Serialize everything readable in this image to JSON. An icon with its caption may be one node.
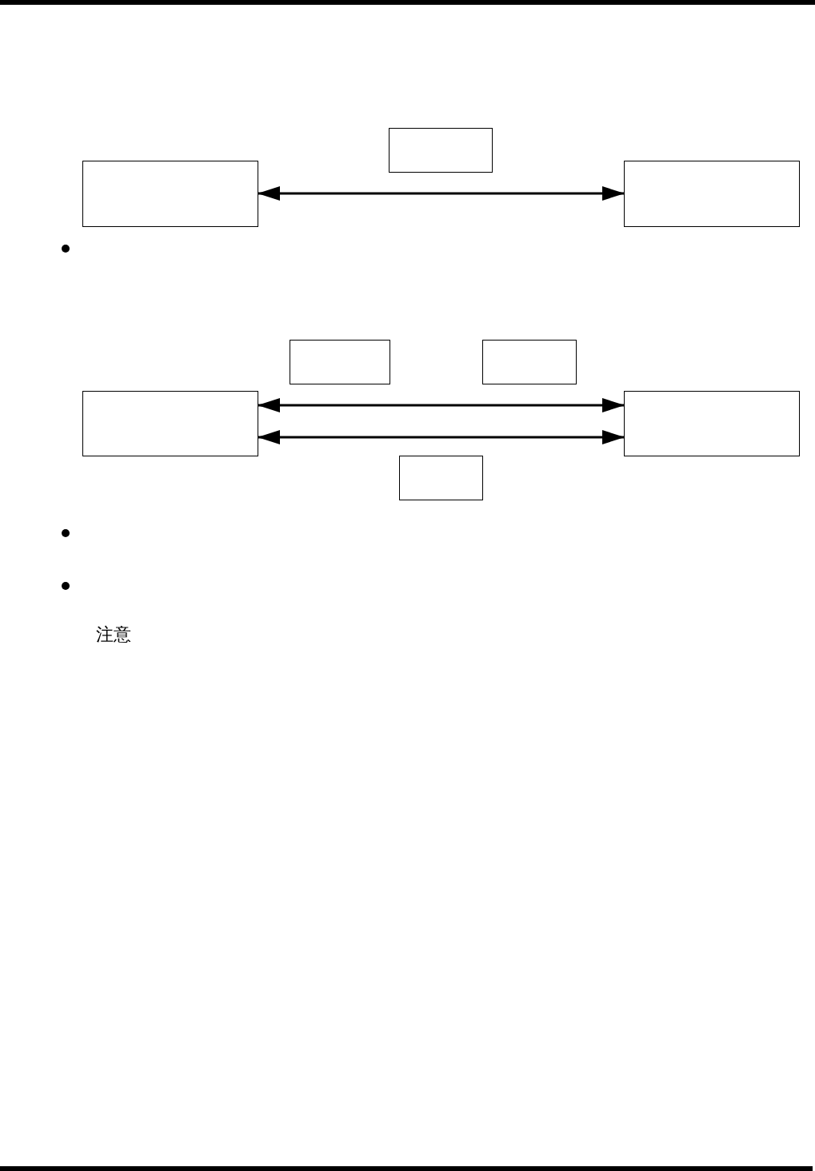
{
  "diagram": {
    "nodes": [
      {
        "text": [],
        "shape": "box"
      },
      {
        "text": [],
        "shape": "box"
      },
      {
        "text": [],
        "shape": "box"
      },
      {
        "text": [],
        "shape": "box"
      },
      {
        "text": [],
        "shape": "box"
      },
      {
        "text": [],
        "shape": "box"
      },
      {
        "text": [],
        "shape": "box"
      },
      {
        "text": [],
        "shape": "box"
      }
    ],
    "edges": [
      {
        "from": 1,
        "to": 2,
        "arrow": "both"
      },
      {
        "from": 5,
        "to": 6,
        "arrow": "both"
      },
      {
        "from": 5,
        "to": 6,
        "arrow": "both"
      }
    ],
    "labels": [
      "注意"
    ]
  }
}
